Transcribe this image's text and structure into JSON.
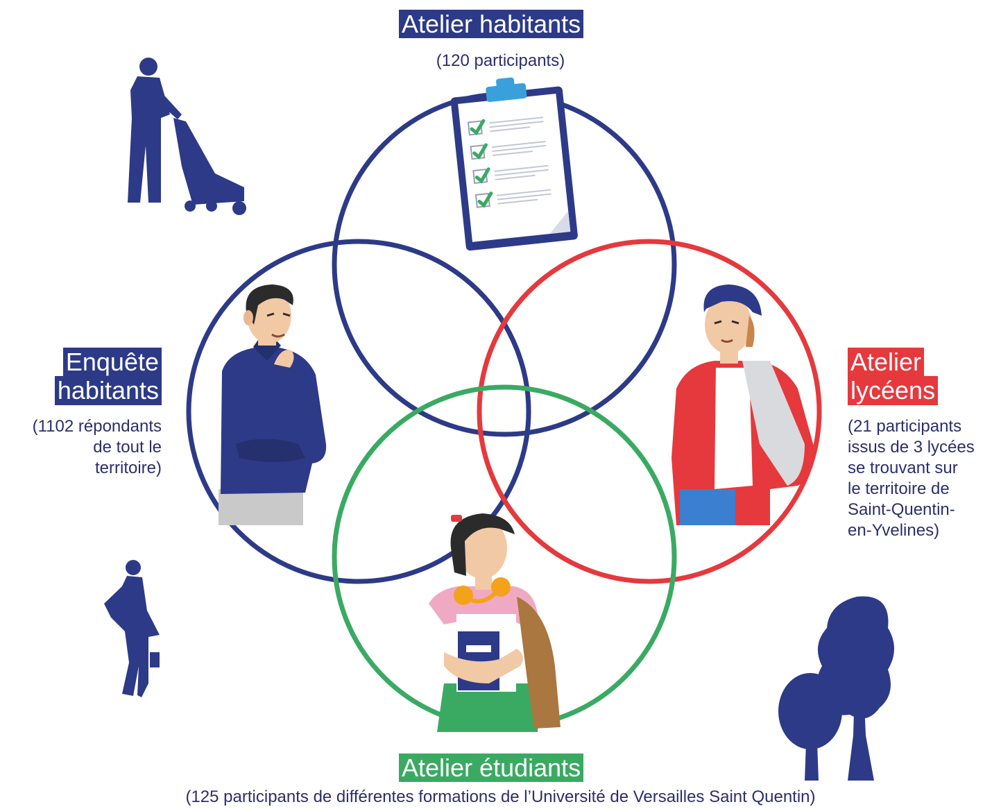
{
  "colors": {
    "navy": "#2d3a87",
    "red": "#e5393d",
    "green": "#3aaa63",
    "text": "#2b2f6b"
  },
  "groups": {
    "top": {
      "title": "Atelier habitants",
      "caption": "(120 participants)",
      "color": "navy"
    },
    "left": {
      "title_lines": [
        "Enquête",
        "habitants"
      ],
      "caption_lines": [
        "(1102 répondants",
        "de tout le",
        "territoire)"
      ],
      "color": "navy"
    },
    "right": {
      "title_lines": [
        "Atelier",
        "lycéens"
      ],
      "caption_lines": [
        "(21 participants",
        "issus de 3 lycées",
        "se trouvant sur",
        "le territoire de",
        "Saint-Quentin-",
        "en-Yvelines)"
      ],
      "color": "red"
    },
    "bottom": {
      "title": "Atelier étudiants",
      "caption": "(125 participants de différentes formations de l’Université de Versailles Saint Quentin)",
      "color": "green"
    }
  },
  "icons": [
    "clipboard-checklist-icon",
    "thinking-man-illustration",
    "student-boy-illustration",
    "student-girl-illustration",
    "stroller-person-silhouette-icon",
    "walking-woman-silhouette-icon",
    "tree-silhouette-icon"
  ]
}
